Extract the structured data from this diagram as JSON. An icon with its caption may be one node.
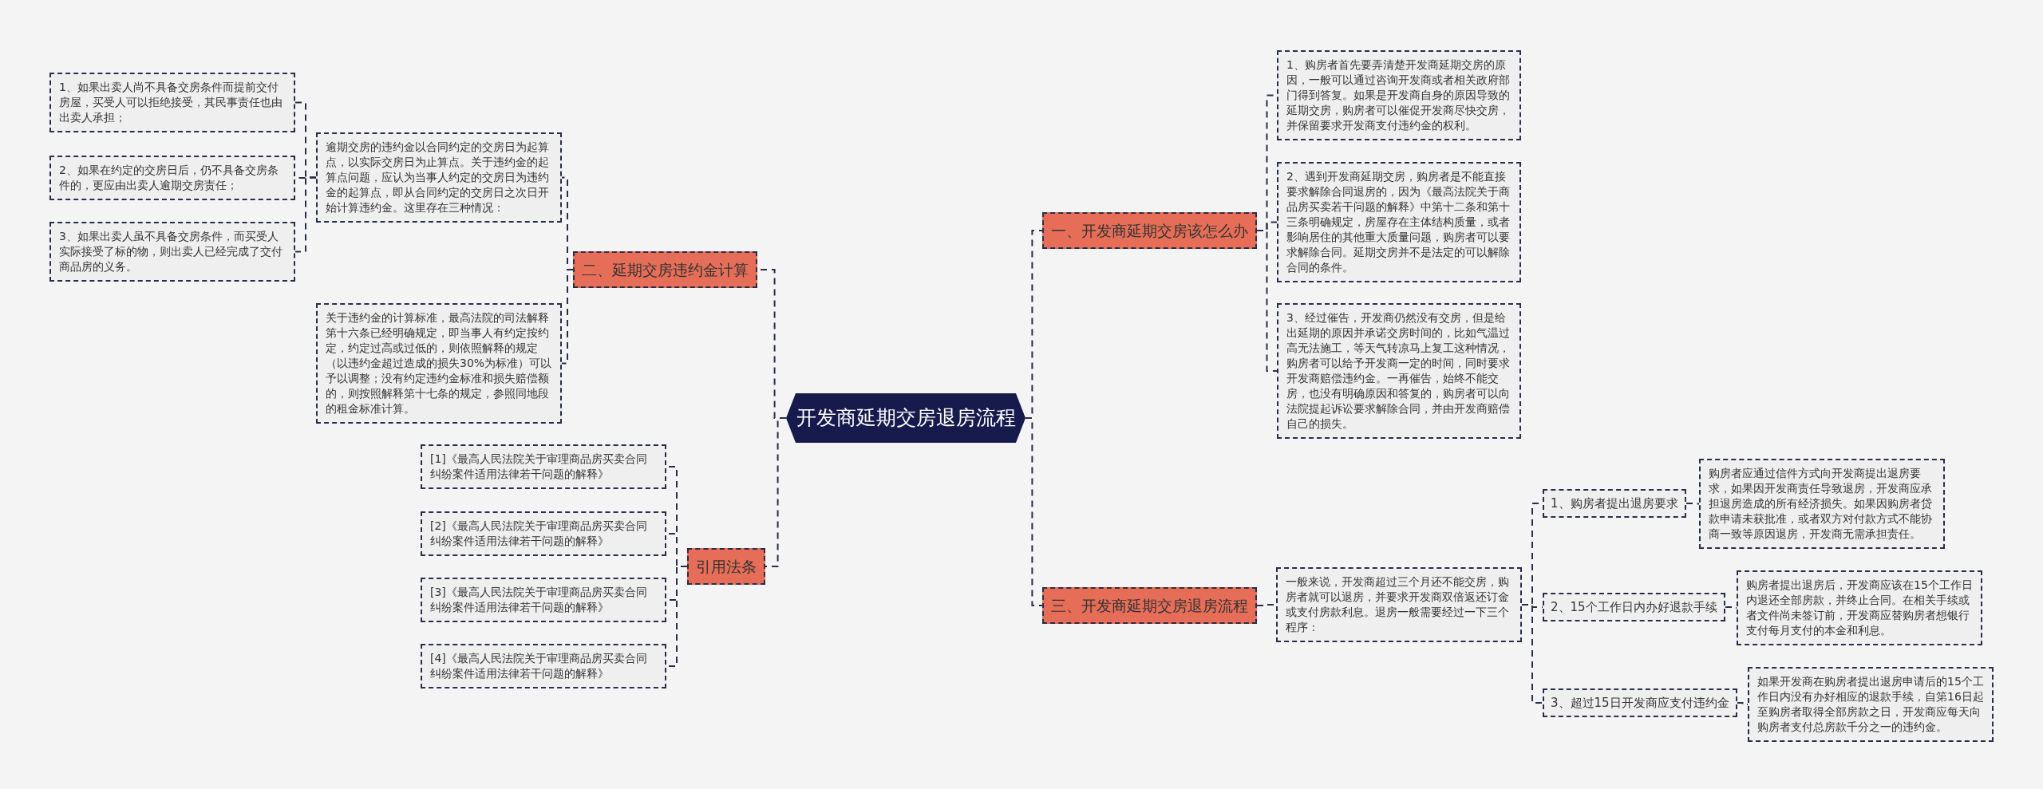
{
  "diagram": {
    "nodes": [
      {
        "text": [
          "开发商延期交房退房流程"
        ]
      },
      {
        "text": [
          "一、开发商延期交房该怎么办"
        ]
      },
      {
        "text": [
          "1、购房者首先要弄清楚开发商延期交房的原因，一般可以通过咨询开发商或者相关政府部门得到答复。如果是开发商自身的原因导致的延期交房，购房者可以催促开发商尽快交房，并保留要求开发商支付违约金的权利。"
        ]
      },
      {
        "text": [
          "2、遇到开发商延期交房，购房者是不能直接要求解除合同退房的，因为《最高法院关于商品房买卖若干问题的解释》中第十二条和第十三条明确规定，房屋存在主体结构质量，或者影响居住的其他重大质量问题，购房者可以要求解除合同。延期交房并不是法定的可以解除合同的条件。"
        ]
      },
      {
        "text": [
          "3、经过催告，开发商仍然没有交房，但是给出延期的原因并承诺交房时间的，比如气温过高无法施工，等天气转凉马上复工这种情况，购房者可以给予开发商一定的时间，同时要求开发商赔偿违约金。一再催告，始终不能交房，也没有明确原因和答复的，购房者可以向法院提起诉讼要求解除合同，并由开发商赔偿自己的损失。"
        ]
      },
      {
        "text": [
          "二、延期交房违约金计算"
        ]
      },
      {
        "text": [
          "逾期交房的违约金以合同约定的交房日为起算点，以实际交房日为止算点。关于违约金的起算点问题，应认为当事人约定的交房日为违约金的起算点，即从合同约定的交房日之次日开始计算违约金。这里存在三种情况："
        ]
      },
      {
        "text": [
          "1、如果出卖人尚不具备交房条件而提前交付房屋，买受人可以拒绝接受，其民事责任也由出卖人承担；"
        ]
      },
      {
        "text": [
          "2、如果在约定的交房日后，仍不具备交房条件的，更应由出卖人逾期交房责任；"
        ]
      },
      {
        "text": [
          "3、如果出卖人虽不具备交房条件，而买受人实际接受了标的物，则出卖人已经完成了交付商品房的义务。"
        ]
      },
      {
        "text": [
          "关于违约金的计算标准，最高法院的司法解释第十六条已经明确规定，即当事人有约定按约定，约定过高或过低的，则依照解释的规定（以违约金超过造成的损失30%为标准）可以予以调整；没有约定违约金标准和损失赔偿额的，则按照解释第十七条的规定，参照同地段的租金标准计算。"
        ]
      },
      {
        "text": [
          "引用法条"
        ]
      },
      {
        "text": [
          "[1]《最高人民法院关于审理商品房买卖合同纠纷案件适用法律若干问题的解释》"
        ]
      },
      {
        "text": [
          "[2]《最高人民法院关于审理商品房买卖合同纠纷案件适用法律若干问题的解释》"
        ]
      },
      {
        "text": [
          "[3]《最高人民法院关于审理商品房买卖合同纠纷案件适用法律若干问题的解释》"
        ]
      },
      {
        "text": [
          "[4]《最高人民法院关于审理商品房买卖合同纠纷案件适用法律若干问题的解释》"
        ]
      },
      {
        "text": [
          "三、开发商延期交房退房流程"
        ]
      },
      {
        "text": [
          "一般来说，开发商超过三个月还不能交房，购房者就可以退房，并要求开发商双倍返还订金或支付房款利息。退房一般需要经过一下三个程序："
        ]
      },
      {
        "text": [
          "1、购房者提出退房要求"
        ]
      },
      {
        "text": [
          "购房者应通过信件方式向开发商提出退房要求，如果因开发商责任导致退房，开发商应承担退房造成的所有经济损失。如果因购房者贷款申请未获批准，或者双方对付款方式不能协商一致等原因退房，开发商无需承担责任。"
        ]
      },
      {
        "text": [
          "2、15个工作日内办好退款手续"
        ]
      },
      {
        "text": [
          "购房者提出退房后，开发商应该在15个工作日内退还全部房款，并终止合同。在相关手续或者文件尚未签订前，开发商应替购房者想银行支付每月支付的本金和利息。"
        ]
      },
      {
        "text": [
          "3、超过15日开发商应支付违约金"
        ]
      },
      {
        "text": [
          "如果开发商在购房者提出退房申请后的15个工作日内没有办好相应的退款手续，自第16日起至购房者取得全部房款之日，开发商应每天向购房者支付总房款千分之一的违约金。"
        ]
      }
    ],
    "edges": [
      {
        "from": 0,
        "to": 1,
        "arrow": "none"
      },
      {
        "from": 1,
        "to": 2,
        "arrow": "none"
      },
      {
        "from": 1,
        "to": 3,
        "arrow": "none"
      },
      {
        "from": 1,
        "to": 4,
        "arrow": "none"
      },
      {
        "from": 0,
        "to": 5,
        "arrow": "none"
      },
      {
        "from": 5,
        "to": 6,
        "arrow": "none"
      },
      {
        "from": 6,
        "to": 7,
        "arrow": "none"
      },
      {
        "from": 6,
        "to": 8,
        "arrow": "none"
      },
      {
        "from": 6,
        "to": 9,
        "arrow": "none"
      },
      {
        "from": 5,
        "to": 10,
        "arrow": "none"
      },
      {
        "from": 0,
        "to": 11,
        "arrow": "none"
      },
      {
        "from": 11,
        "to": 12,
        "arrow": "none"
      },
      {
        "from": 11,
        "to": 13,
        "arrow": "none"
      },
      {
        "from": 11,
        "to": 14,
        "arrow": "none"
      },
      {
        "from": 11,
        "to": 15,
        "arrow": "none"
      },
      {
        "from": 0,
        "to": 16,
        "arrow": "none"
      },
      {
        "from": 16,
        "to": 17,
        "arrow": "none"
      },
      {
        "from": 17,
        "to": 18,
        "arrow": "none"
      },
      {
        "from": 18,
        "to": 19,
        "arrow": "none"
      },
      {
        "from": 17,
        "to": 20,
        "arrow": "none"
      },
      {
        "from": 20,
        "to": 21,
        "arrow": "none"
      },
      {
        "from": 17,
        "to": 22,
        "arrow": "none"
      },
      {
        "from": 22,
        "to": 23,
        "arrow": "none"
      }
    ]
  }
}
